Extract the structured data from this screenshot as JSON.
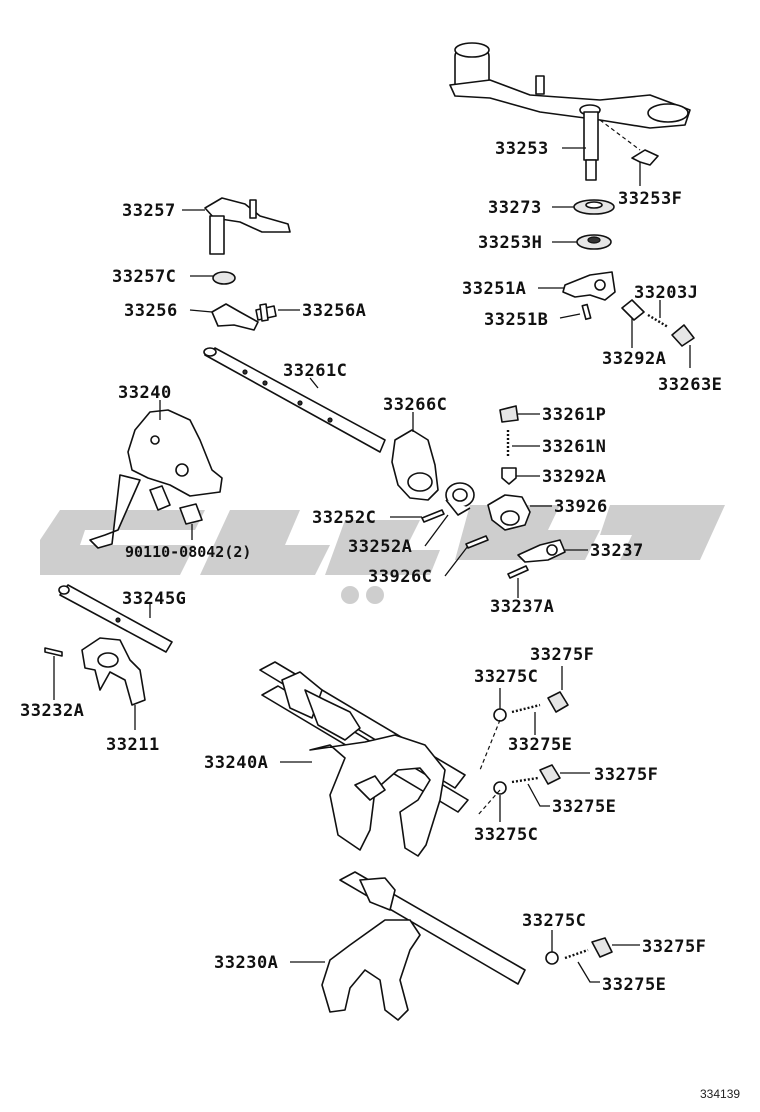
{
  "colors": {
    "ink": "#111111",
    "watermark": "#b4b4b4",
    "background": "#ffffff"
  },
  "watermark": {
    "kind": "brand-logo",
    "description_hidden": true
  },
  "figure_ref": "334139",
  "labels": {
    "p33253": "33253",
    "p33253F": "33253F",
    "p33273": "33273",
    "p33253H": "33253H",
    "p33251A": "33251A",
    "p33203J": "33203J",
    "p33251B": "33251B",
    "p33292A_top": "33292A",
    "p33263E": "33263E",
    "p33257": "33257",
    "p33257C": "33257C",
    "p33256": "33256",
    "p33256A": "33256A",
    "p33261C": "33261C",
    "p33240": "33240",
    "p33266C": "33266C",
    "p33261P": "33261P",
    "p33261N": "33261N",
    "p33292A_mid": "33292A",
    "p33926": "33926",
    "p33252C": "33252C",
    "p33252A": "33252A",
    "p33237": "33237",
    "p33926C": "33926C",
    "p33237A": "33237A",
    "p90110": "90110-08042(2)",
    "p33245G": "33245G",
    "p33232A": "33232A",
    "p33211": "33211",
    "p33275F_1": "33275F",
    "p33275C_1": "33275C",
    "p33275E_1": "33275E",
    "p33240A": "33240A",
    "p33275F_2": "33275F",
    "p33275E_2": "33275E",
    "p33275C_2": "33275C",
    "p33275C_3": "33275C",
    "p33230A": "33230A",
    "p33275F_3": "33275F",
    "p33275E_3": "33275E"
  }
}
